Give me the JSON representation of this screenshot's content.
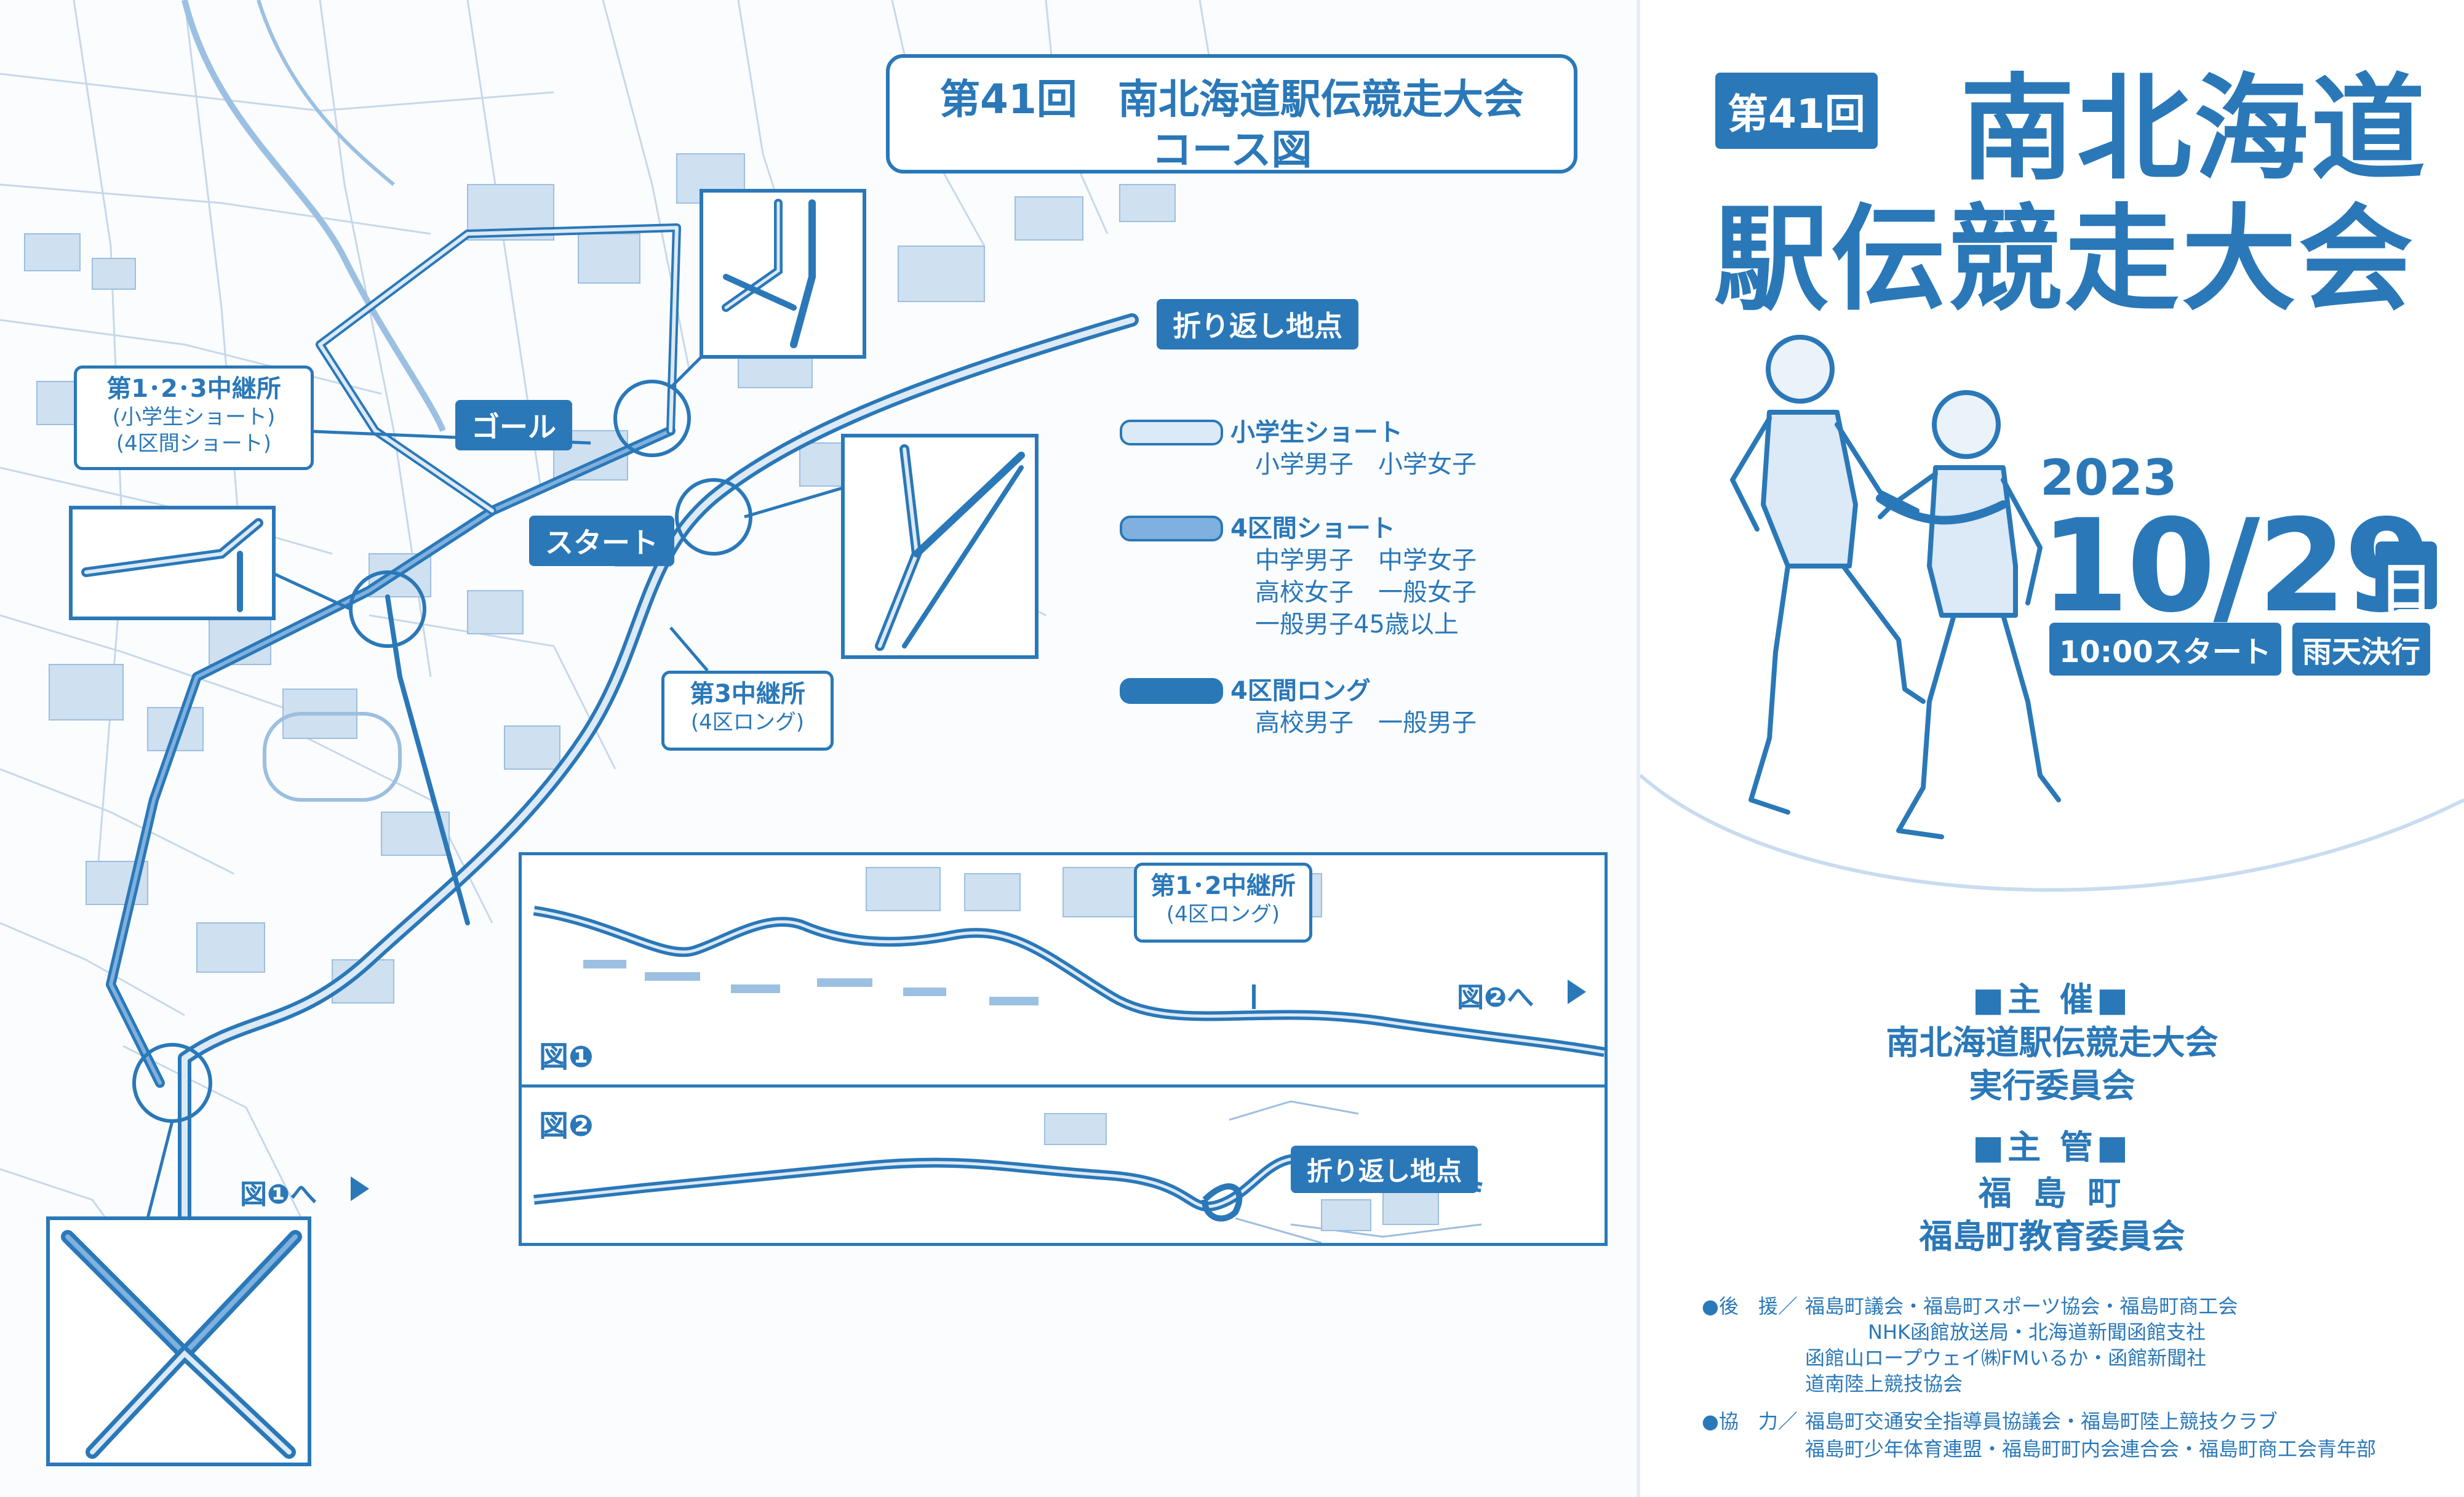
{
  "map_panel": {
    "title_line1": "第41回　南北海道駅伝競走大会",
    "title_line2": "コース図",
    "labels": {
      "turnaround": "折り返し地点",
      "goal": "ゴール",
      "start": "スタート",
      "relay123_line1": "第1･2･3中継所",
      "relay123_line2": "(小学生ショート)",
      "relay123_line3": "(4区間ショート)",
      "relay3_line1": "第3中継所",
      "relay3_line2": "(4区ロング)",
      "to_fig1": "図❶へ"
    },
    "legend": [
      {
        "name": "小学生ショート",
        "line1": "小学男子　小学女子",
        "line2": "",
        "line3": "",
        "color": "#dce9f6"
      },
      {
        "name": "4区間ショート",
        "line1": "中学男子　中学女子",
        "line2": "高校女子　一般女子",
        "line3": "一般男子45歳以上",
        "color": "#7fb0de"
      },
      {
        "name": "4区間ロング",
        "line1": "高校男子　一般男子",
        "line2": "",
        "line3": "",
        "color": "#2a78b8"
      }
    ],
    "fig1": {
      "label": "図❶",
      "relay12_line1": "第1･2中継所",
      "relay12_line2": "(4区ロング)",
      "to_fig2": "図❷へ"
    },
    "fig2": {
      "label": "図❷",
      "turnaround": "折り返し地点"
    }
  },
  "cover": {
    "edition": "第41回",
    "title_line1": "南北海道",
    "title_line2": "駅伝競走大会",
    "year": "2023",
    "date": "10/29",
    "weekday": "日",
    "start_time": "10:00スタート",
    "rain_note": "雨天決行",
    "organizer_heading": "■主 催■",
    "organizer_line1": "南北海道駅伝競走大会",
    "organizer_line2": "実行委員会",
    "manager_heading": "■主 管■",
    "manager_line1": "福 島 町",
    "manager_line2": "福島町教育委員会",
    "support_label": "●後　援／",
    "support_line1": "福島町議会・福島町スポーツ協会・福島町商工会",
    "support_line2": "NHK函館放送局・北海道新聞函館支社",
    "support_line3": "函館山ロープウェイ㈱FMいるか・函館新聞社",
    "support_line4": "道南陸上競技協会",
    "coop_label": "●協　力／",
    "coop_line1": "福島町交通安全指導員協議会・福島町陸上競技クラブ",
    "coop_line2": "福島町少年体育連盟・福島町町内会連合会・福島町商工会青年部"
  }
}
